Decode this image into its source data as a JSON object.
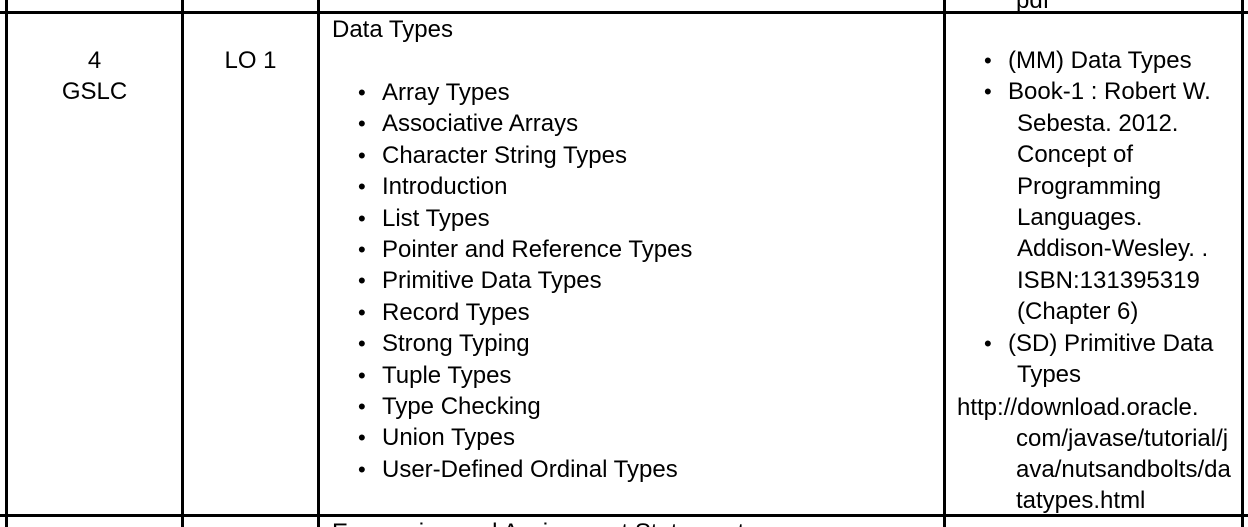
{
  "top_clipped": {
    "col4": "pdf"
  },
  "row": {
    "session": "4",
    "mode": "GSLC",
    "lo": "LO 1",
    "topic_title": "Data Types",
    "topics": [
      "Array Types",
      "Associative Arrays",
      "Character String Types",
      "Introduction",
      "List Types",
      "Pointer and Reference Types",
      "Primitive Data Types",
      "Record Types",
      "Strong Typing",
      "Tuple Types",
      "Type Checking",
      "Union Types",
      "User-Defined Ordinal Types"
    ],
    "references": [
      {
        "lines": [
          "(MM) Data Types"
        ]
      },
      {
        "lines": [
          "Book-1 : Robert W.",
          "Sebesta. 2012.",
          "Concept of",
          "Programming",
          "Languages.",
          "Addison-Wesley. .",
          "ISBN:131395319",
          "(Chapter 6)"
        ]
      },
      {
        "lines": [
          "(SD) Primitive Data",
          "Types"
        ]
      }
    ],
    "url_lines": [
      "http://download.oracle.",
      "com/javase/tutorial/j",
      "ava/nutsandbolts/da",
      "tatypes.html"
    ]
  },
  "bottom_clipped": {
    "topic_title": "Expression and Assignment Statements"
  },
  "bullet": "•"
}
